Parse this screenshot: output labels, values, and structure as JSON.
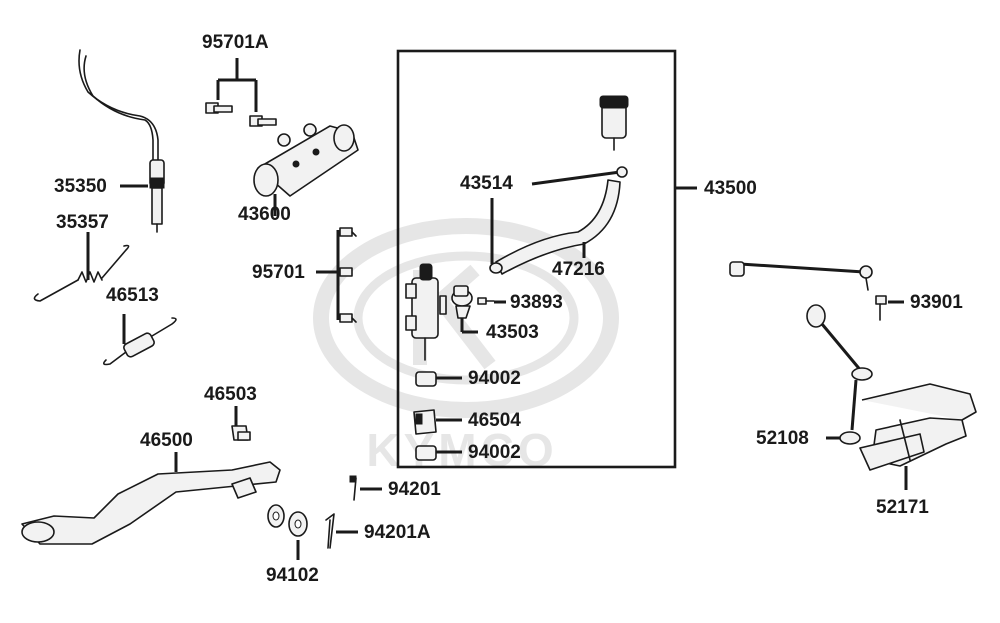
{
  "watermark": {
    "brand": "KYMCO"
  },
  "labels": {
    "p95701A": "95701A",
    "p35350": "35350",
    "p43600": "43600",
    "p35357": "35357",
    "p95701": "95701",
    "p46513": "46513",
    "p46503": "46503",
    "p46500": "46500",
    "p94201": "94201",
    "p94201A": "94201A",
    "p94102": "94102",
    "p43514": "43514",
    "p43500": "43500",
    "p47216": "47216",
    "p93893": "93893",
    "p43503": "43503",
    "p94002a": "94002",
    "p46504": "46504",
    "p94002b": "94002",
    "p93901": "93901",
    "p52108": "52108",
    "p52171": "52171"
  }
}
